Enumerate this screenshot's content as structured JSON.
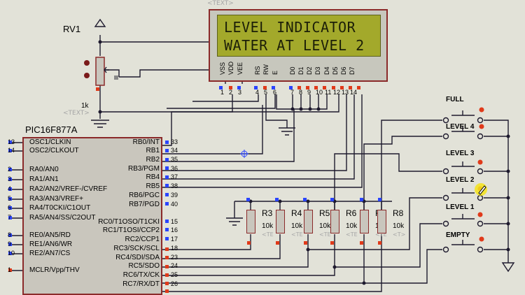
{
  "lcd": {
    "template": "<TEXT>",
    "line1": "LEVEL  INDICATOR",
    "line2": "WATER AT LEVEL 2",
    "pins": [
      "VSS",
      "VDD",
      "VEE",
      "RS",
      "RW",
      "E",
      "D0",
      "D1",
      "D2",
      "D3",
      "D4",
      "D5",
      "D6",
      "D7"
    ],
    "pin_numbers": [
      "1",
      "2",
      "3",
      "4",
      "5",
      "6",
      "7",
      "8",
      "9",
      "10",
      "11",
      "12",
      "13",
      "14"
    ]
  },
  "pot": {
    "name": "RV1",
    "value": "1k",
    "template": "<TEXT>"
  },
  "mcu": {
    "name": "PIC16F877A",
    "left_pins": [
      {
        "num": "13",
        "label": "OSC1/CLKIN"
      },
      {
        "num": "14",
        "label": "OSC2/CLKOUT"
      },
      {
        "num": "2",
        "label": "RA0/AN0"
      },
      {
        "num": "3",
        "label": "RA1/AN1"
      },
      {
        "num": "4",
        "label": "RA2/AN2/VREF-/CVREF"
      },
      {
        "num": "5",
        "label": "RA3/AN3/VREF+"
      },
      {
        "num": "6",
        "label": "RA4/T0CKI/C1OUT"
      },
      {
        "num": "7",
        "label": "RA5/AN4/SS/C2OUT"
      },
      {
        "num": "8",
        "label": "RE0/AN5/RD"
      },
      {
        "num": "9",
        "label": "RE1/AN6/WR"
      },
      {
        "num": "10",
        "label": "RE2/AN7/CS"
      },
      {
        "num": "1",
        "label": "MCLR/Vpp/THV"
      }
    ],
    "right_pins": [
      {
        "num": "33",
        "label": "RB0/INT"
      },
      {
        "num": "34",
        "label": "RB1"
      },
      {
        "num": "35",
        "label": "RB2"
      },
      {
        "num": "36",
        "label": "RB3/PGM"
      },
      {
        "num": "37",
        "label": "RB4"
      },
      {
        "num": "38",
        "label": "RB5"
      },
      {
        "num": "39",
        "label": "RB6/PGC"
      },
      {
        "num": "40",
        "label": "RB7/PGD"
      },
      {
        "num": "15",
        "label": "RC0/T1OSO/T1CKI"
      },
      {
        "num": "16",
        "label": "RC1/T1OSI/CCP2"
      },
      {
        "num": "17",
        "label": "RC2/CCP1"
      },
      {
        "num": "18",
        "label": "RC3/SCK/SCL"
      },
      {
        "num": "23",
        "label": "RC4/SDI/SDA"
      },
      {
        "num": "24",
        "label": "RC5/SDO"
      },
      {
        "num": "25",
        "label": "RC6/TX/CK"
      },
      {
        "num": "26",
        "label": "RC7/RX/DT"
      }
    ]
  },
  "resistors": [
    {
      "name": "R3",
      "value": "10k",
      "template": "<TE"
    },
    {
      "name": "R4",
      "value": "10k",
      "template": "<TE"
    },
    {
      "name": "R5",
      "value": "10k",
      "template": "<TE"
    },
    {
      "name": "R6",
      "value": "10k",
      "template": "<TE"
    },
    {
      "name": "R",
      "value": "10",
      "template": "<TE"
    },
    {
      "name": "R8",
      "value": "10k",
      "template": "<T>"
    }
  ],
  "switches": [
    "FULL",
    "LEVEL 4",
    "LEVEL 3",
    "LEVEL 2",
    "LEVEL 1",
    "EMPTY"
  ],
  "colors": {
    "wire": "#1e1a2e",
    "component_border": "#8b2a2a",
    "lcd_screen": "#a3a92b",
    "pin_marker": "#2a44ff",
    "pin_active": "#e03a1a",
    "cursor": "#f5e31a"
  }
}
